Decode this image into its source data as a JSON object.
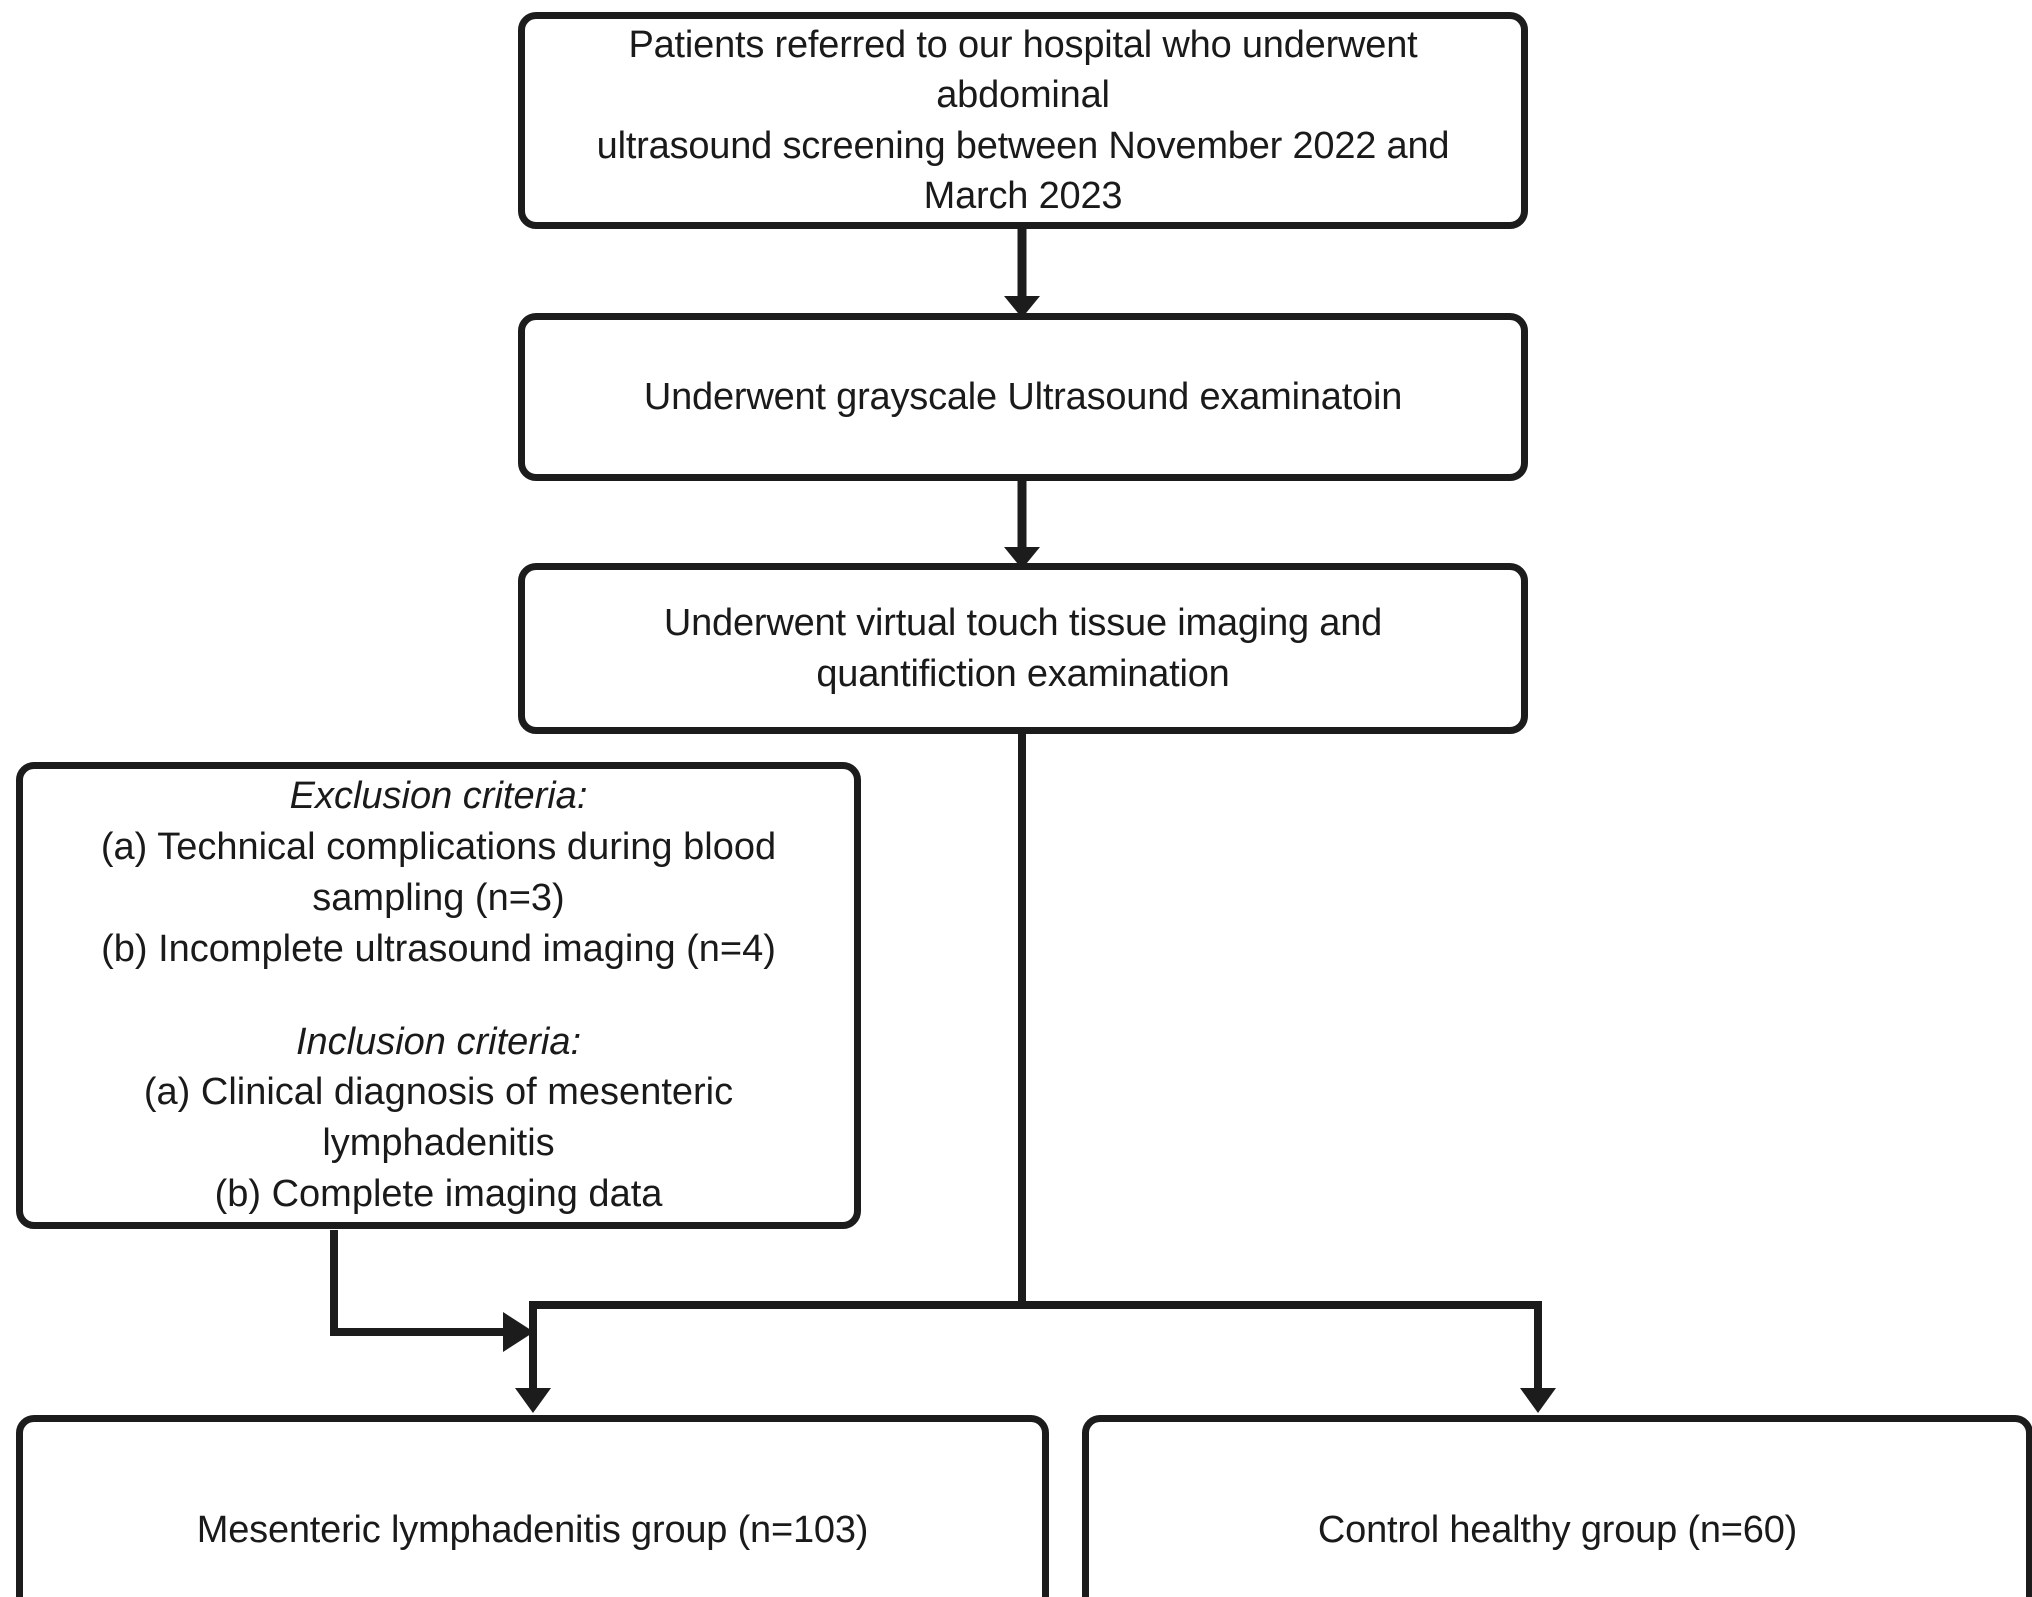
{
  "figure": {
    "type": "flowchart",
    "orientation": "top-down",
    "line_color": "#1c1c1c",
    "box_fill": "#ffffff",
    "text_color": "#1a1a1a"
  },
  "nodes": {
    "referral": {
      "id": "referral",
      "text": "Patients referred to our hospital who underwent abdominal\nultrasound screening between November 2022 and\nMarch 2023"
    },
    "grayscale": {
      "id": "grayscale",
      "text": "Underwent grayscale Ultrasound examinatoin"
    },
    "vti": {
      "id": "vti",
      "text": "Underwent virtual touch tissue imaging and\nquantifiction examination"
    },
    "criteria": {
      "id": "criteria",
      "exclusion_heading": "Exclusion criteria:",
      "exclusion_items": [
        "(a) Technical complications during blood\nsampling (n=3)",
        "(b) Incomplete ultrasound imaging (n=4)"
      ],
      "inclusion_heading": "Inclusion criteria:",
      "inclusion_items": [
        "(a) Clinical diagnosis of mesenteric\nlymphadenitis",
        "(b) Complete imaging data"
      ]
    },
    "group_case": {
      "id": "group_case",
      "text": "Mesenteric lymphadenitis group (n=103)"
    },
    "group_control": {
      "id": "group_control",
      "text": "Control healthy group (n=60)"
    }
  },
  "edges": [
    {
      "name": "referral-to-grayscale",
      "from": "referral",
      "to": "grayscale",
      "arrow": "down"
    },
    {
      "name": "grayscale-to-vti",
      "from": "grayscale",
      "to": "vti",
      "arrow": "down"
    },
    {
      "name": "vti-to-split",
      "from": "vti",
      "to": "split-bus",
      "arrow": "none"
    },
    {
      "name": "split-to-case",
      "from": "split-bus",
      "to": "group_case",
      "arrow": "down"
    },
    {
      "name": "split-to-control",
      "from": "split-bus",
      "to": "group_control",
      "arrow": "down"
    },
    {
      "name": "criteria-to-case",
      "from": "criteria",
      "to": "split-bus",
      "arrow": "right"
    }
  ]
}
